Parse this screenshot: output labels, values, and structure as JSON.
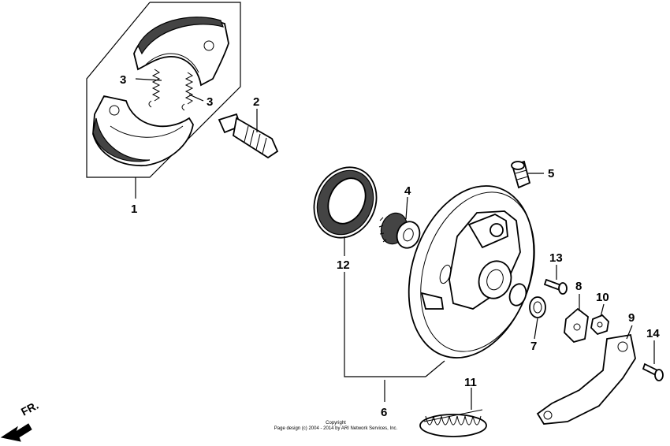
{
  "diagram": {
    "callouts": [
      "1",
      "2",
      "3",
      "3",
      "4",
      "5",
      "6",
      "7",
      "8",
      "9",
      "10",
      "11",
      "12",
      "13",
      "14"
    ],
    "copyright": {
      "line1": "Copyright",
      "line2": "Page design (c) 2004 - 2014 by ARI Network Services, Inc."
    },
    "direction_label": "FR."
  }
}
